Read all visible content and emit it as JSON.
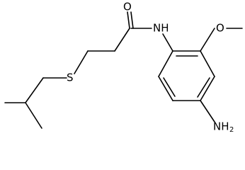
{
  "structure": {
    "atoms": {
      "oxygen_carbonyl": "O",
      "amide_nitrogen": "NH",
      "methoxy_oxygen": "O",
      "sulfur": "S",
      "amine_nitrogen": "NH",
      "amine_subscript": "2"
    },
    "colors": {
      "bond": "#000000",
      "label": "#000000",
      "background": "#ffffff"
    }
  }
}
